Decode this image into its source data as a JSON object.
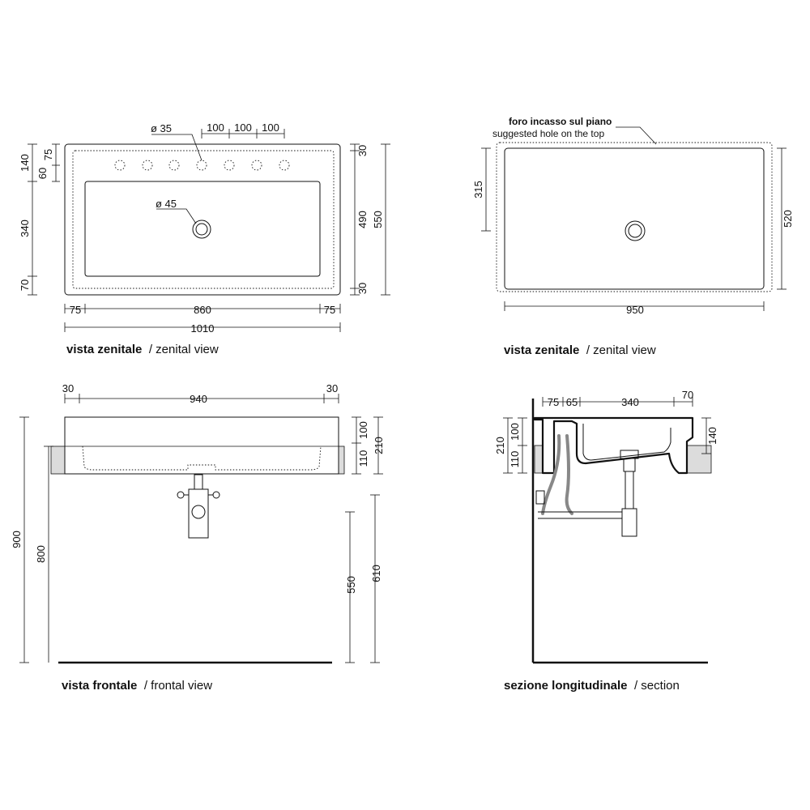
{
  "zenital_view": {
    "caption_bold": "vista zenitale",
    "caption_regular": "/ zenital view",
    "hole_diameter": "ø 35",
    "drain_diameter": "ø 45",
    "spacing": [
      "100",
      "100",
      "100"
    ],
    "left_dims": [
      "140",
      "75",
      "60",
      "340",
      "70"
    ],
    "right_inner": [
      "30",
      "490",
      "30"
    ],
    "right_outer": "550",
    "bottom_inner": [
      "75",
      "860",
      "75"
    ],
    "bottom_outer": "1010"
  },
  "hole_view": {
    "caption_bold": "vista zenitale",
    "caption_regular": "/ zenital view",
    "note_it": "foro incasso sul piano",
    "note_en": "suggested hole on the top",
    "left_dim": "315",
    "right_dim": "520",
    "bottom_dim": "950"
  },
  "frontal_view": {
    "caption_bold": "vista frontale",
    "caption_regular": "/ frontal view",
    "top_dims": [
      "30",
      "940",
      "30"
    ],
    "right_small": [
      "100",
      "110"
    ],
    "right_total": "210",
    "left_outer": "900",
    "left_inner": "800",
    "right_lower": [
      "550",
      "610"
    ]
  },
  "section_view": {
    "caption_bold": "sezione longitudinale",
    "caption_regular": "/ section",
    "top_dims": [
      "75",
      "65",
      "340",
      "70"
    ],
    "left_total": "210",
    "left_small": [
      "110",
      "100"
    ],
    "right_dim": "140"
  }
}
